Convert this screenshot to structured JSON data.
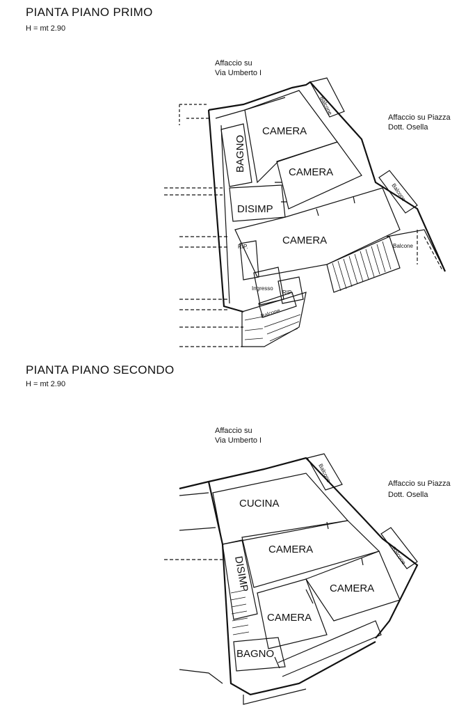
{
  "floors": [
    {
      "title": "PIANTA PIANO PRIMO",
      "height": "H = mt 2.90",
      "facing_north": [
        "Affaccio su",
        "Via Umberto I"
      ],
      "facing_east": [
        "Affaccio su Piazza",
        "Dott. Osella"
      ],
      "rooms": {
        "camera_a": "CAMERA",
        "bagno": "BAGNO",
        "camera_b": "CAMERA",
        "disimp": "DISIMP",
        "camera_c": "CAMERA",
        "rip_1": "RIP.",
        "ingresso": "Ingresso",
        "rip_2": "RIP.",
        "balcone_1": "Balcone",
        "balcone_2": "Balcone",
        "balcone_3": "Balcone",
        "balcone_4": "Balcone"
      }
    },
    {
      "title": "PIANTA PIANO SECONDO",
      "height": "H = mt 2.90",
      "facing_north": [
        "Affaccio su",
        "Via Umberto I"
      ],
      "facing_east": [
        "Affaccio su Piazza",
        "Dott. Osella"
      ],
      "rooms": {
        "cucina": "CUCINA",
        "camera_a": "CAMERA",
        "disimp": "DISIMP",
        "camera_b": "CAMERA",
        "camera_c": "CAMERA",
        "bagno": "BAGNO",
        "balcone_1": "Balcone",
        "balcone_2": "Balcone"
      }
    }
  ]
}
